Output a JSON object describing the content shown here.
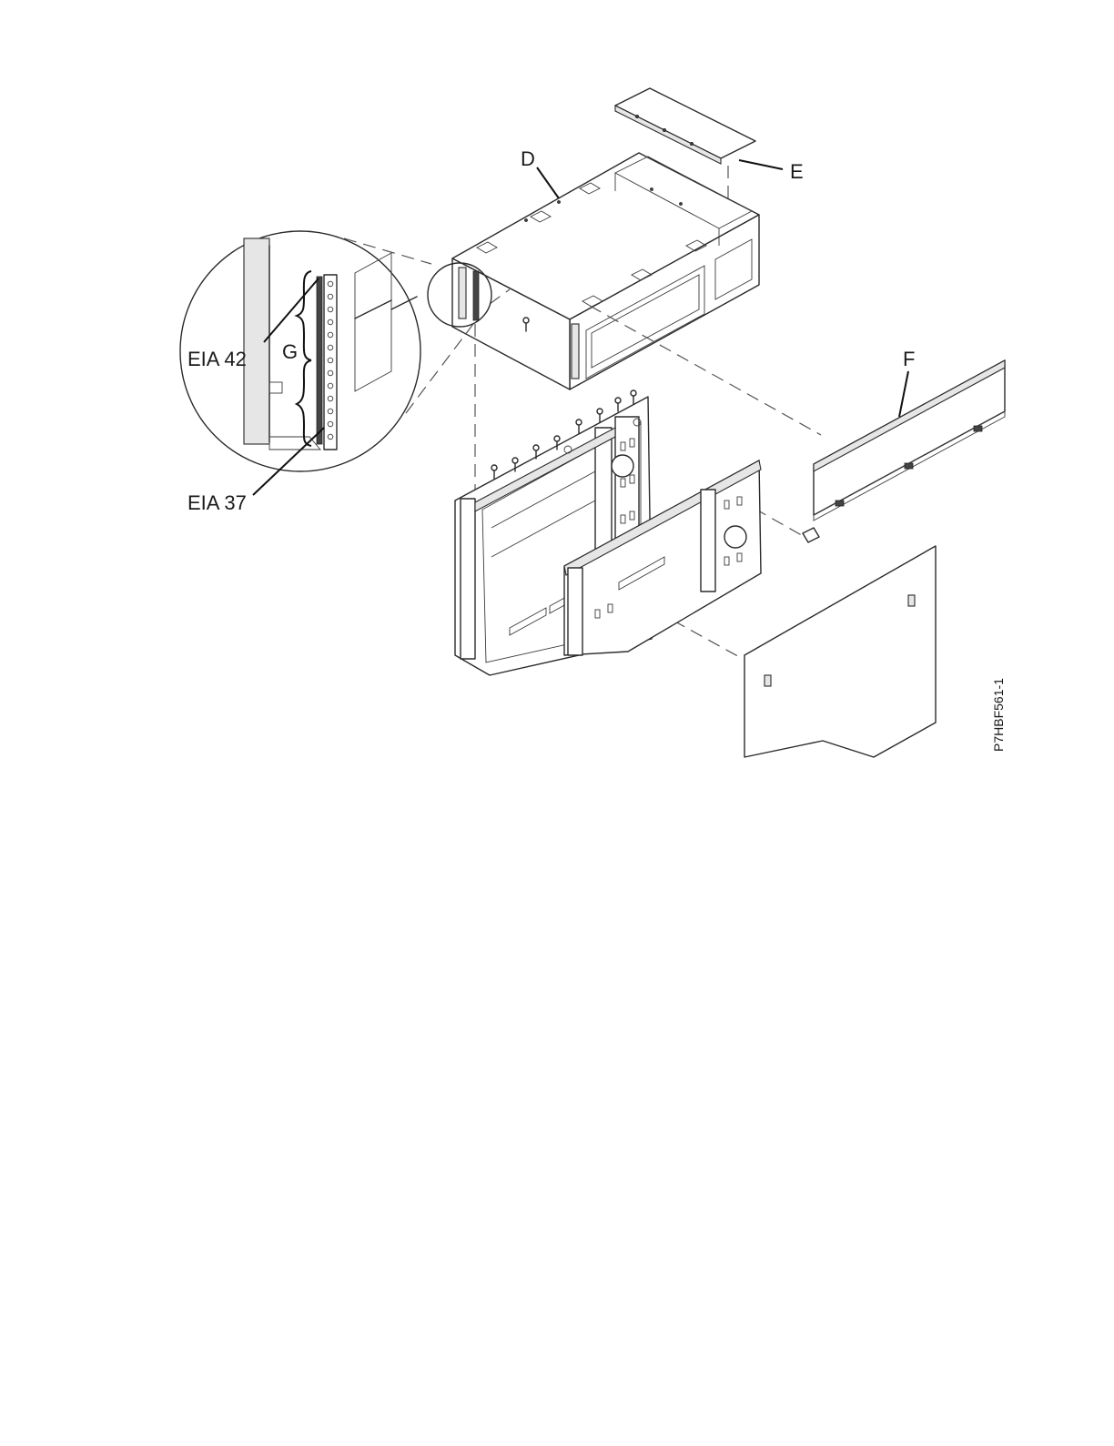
{
  "figure": {
    "callouts": {
      "d": "D",
      "e": "E",
      "f": "F",
      "g": "G",
      "eia_42": "EIA 42",
      "eia_37": "EIA 37"
    },
    "figure_id": "P7HBF561-1"
  }
}
